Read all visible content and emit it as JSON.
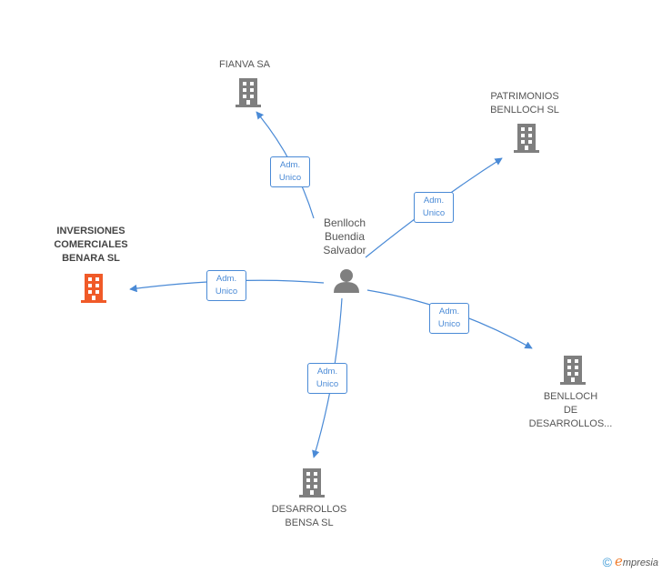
{
  "colors": {
    "edge": "#4a8ad6",
    "company": "#7f7f7f",
    "company_highlight": "#f05a28",
    "person": "#7f7f7f"
  },
  "person": {
    "lines": [
      "Benlloch",
      "Buendia",
      "Salvador"
    ],
    "icon": "person-icon"
  },
  "companies": [
    {
      "id": "fianva",
      "lines": [
        "FIANVA SA"
      ],
      "highlight": false,
      "icon": "building-icon"
    },
    {
      "id": "patrimonios",
      "lines": [
        "PATRIMONIOS",
        "BENLLOCH SL"
      ],
      "highlight": false,
      "icon": "building-icon"
    },
    {
      "id": "inversiones",
      "lines": [
        "INVERSIONES",
        "COMERCIALES",
        "BENARA SL"
      ],
      "highlight": true,
      "icon": "building-icon"
    },
    {
      "id": "benlloch_des",
      "lines": [
        "BENLLOCH",
        "DE",
        "DESARROLLOS..."
      ],
      "highlight": false,
      "icon": "building-icon"
    },
    {
      "id": "desarrollos_bensa",
      "lines": [
        "DESARROLLOS",
        "BENSA SL"
      ],
      "highlight": false,
      "icon": "building-icon"
    }
  ],
  "edges": [
    {
      "to": "fianva",
      "lines": [
        "Adm.",
        "Unico"
      ]
    },
    {
      "to": "patrimonios",
      "lines": [
        "Adm.",
        "Unico"
      ]
    },
    {
      "to": "inversiones",
      "lines": [
        "Adm.",
        "Unico"
      ]
    },
    {
      "to": "benlloch_des",
      "lines": [
        "Adm.",
        "Unico"
      ]
    },
    {
      "to": "desarrollos_bensa",
      "lines": [
        "Adm.",
        "Unico"
      ]
    }
  ],
  "footer": {
    "copyright": "©",
    "brand_initial": "e",
    "brand_rest": "mpresia"
  }
}
